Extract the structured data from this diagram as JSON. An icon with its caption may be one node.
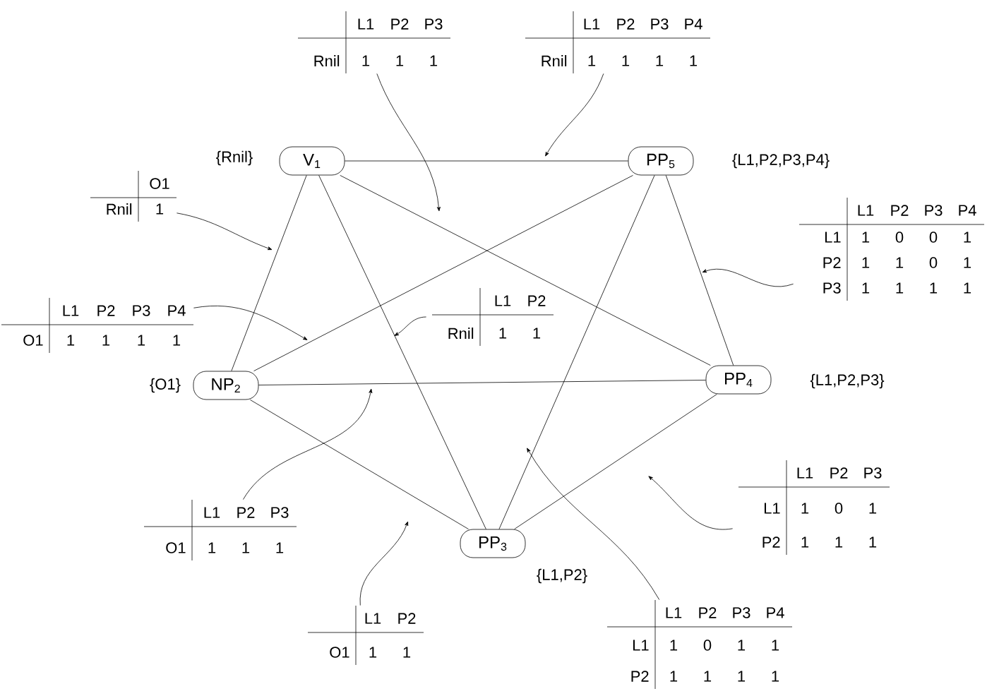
{
  "diagram": {
    "nodes": [
      {
        "text": [
          "V$_{1}$"
        ],
        "beside": [
          "{Rnil}"
        ]
      },
      {
        "text": [
          "PP$_{5}$"
        ],
        "beside": [
          "{L1,P2,P3,P4}"
        ]
      },
      {
        "text": [
          "NP$_{2}$"
        ],
        "beside": [
          "{O1}"
        ]
      },
      {
        "text": [
          "PP$_{4}$"
        ],
        "beside": [
          "{L1,P2,P3}"
        ]
      },
      {
        "text": [
          "PP$_{3}$"
        ],
        "beside": [
          "{L1,P2}"
        ]
      },
      {
        "text": [
          "L1",
          "P2",
          "P3",
          "Rnil",
          "1",
          "1",
          "1"
        ]
      },
      {
        "text": [
          "L1",
          "P2",
          "P3",
          "P4",
          "Rnil",
          "1",
          "1",
          "1",
          "1"
        ]
      },
      {
        "text": [
          "O1",
          "Rnil",
          "1"
        ]
      },
      {
        "text": [
          "L1",
          "P2",
          "P3",
          "P4",
          "L1",
          "1",
          "0",
          "0",
          "1",
          "P2",
          "1",
          "1",
          "0",
          "1",
          "P3",
          "1",
          "1",
          "1",
          "1"
        ]
      },
      {
        "text": [
          "L1",
          "P2",
          "P3",
          "P4",
          "O1",
          "1",
          "1",
          "1",
          "1"
        ]
      },
      {
        "text": [
          "L1",
          "P2",
          "Rnil",
          "1",
          "1"
        ]
      },
      {
        "text": [
          "L1",
          "P2",
          "P3",
          "O1",
          "1",
          "1",
          "1"
        ]
      },
      {
        "text": [
          "L1",
          "P2",
          "P3",
          "L1",
          "1",
          "0",
          "1",
          "P2",
          "1",
          "1",
          "1"
        ]
      },
      {
        "text": [
          "L1",
          "P2",
          "O1",
          "1",
          "1"
        ]
      },
      {
        "text": [
          "L1",
          "P2",
          "P3",
          "P4",
          "L1",
          "1",
          "0",
          "1",
          "1",
          "P2",
          "1",
          "1",
          "1",
          "1"
        ]
      }
    ],
    "edges": [
      {
        "from": 0,
        "to": 1,
        "arrow": "none"
      },
      {
        "from": 0,
        "to": 2,
        "arrow": "none"
      },
      {
        "from": 0,
        "to": 4,
        "arrow": "none"
      },
      {
        "from": 0,
        "to": 3,
        "arrow": "none"
      },
      {
        "from": 1,
        "to": 2,
        "arrow": "none"
      },
      {
        "from": 1,
        "to": 4,
        "arrow": "none"
      },
      {
        "from": 1,
        "to": 3,
        "arrow": "none"
      },
      {
        "from": 2,
        "to": 3,
        "arrow": "none"
      },
      {
        "from": 2,
        "to": 4,
        "arrow": "none"
      },
      {
        "from": 4,
        "to": 3,
        "arrow": "none"
      },
      {
        "from": 5,
        "to": null,
        "arrow": "to"
      },
      {
        "from": 6,
        "to": null,
        "arrow": "to"
      },
      {
        "from": 7,
        "to": null,
        "arrow": "to"
      },
      {
        "from": 8,
        "to": null,
        "arrow": "to"
      },
      {
        "from": 9,
        "to": null,
        "arrow": "to"
      },
      {
        "from": 10,
        "to": null,
        "arrow": "to"
      },
      {
        "from": 11,
        "to": null,
        "arrow": "to"
      },
      {
        "from": 12,
        "to": null,
        "arrow": "to"
      },
      {
        "from": 13,
        "to": null,
        "arrow": "to"
      },
      {
        "from": 14,
        "to": null,
        "arrow": "to"
      }
    ]
  }
}
